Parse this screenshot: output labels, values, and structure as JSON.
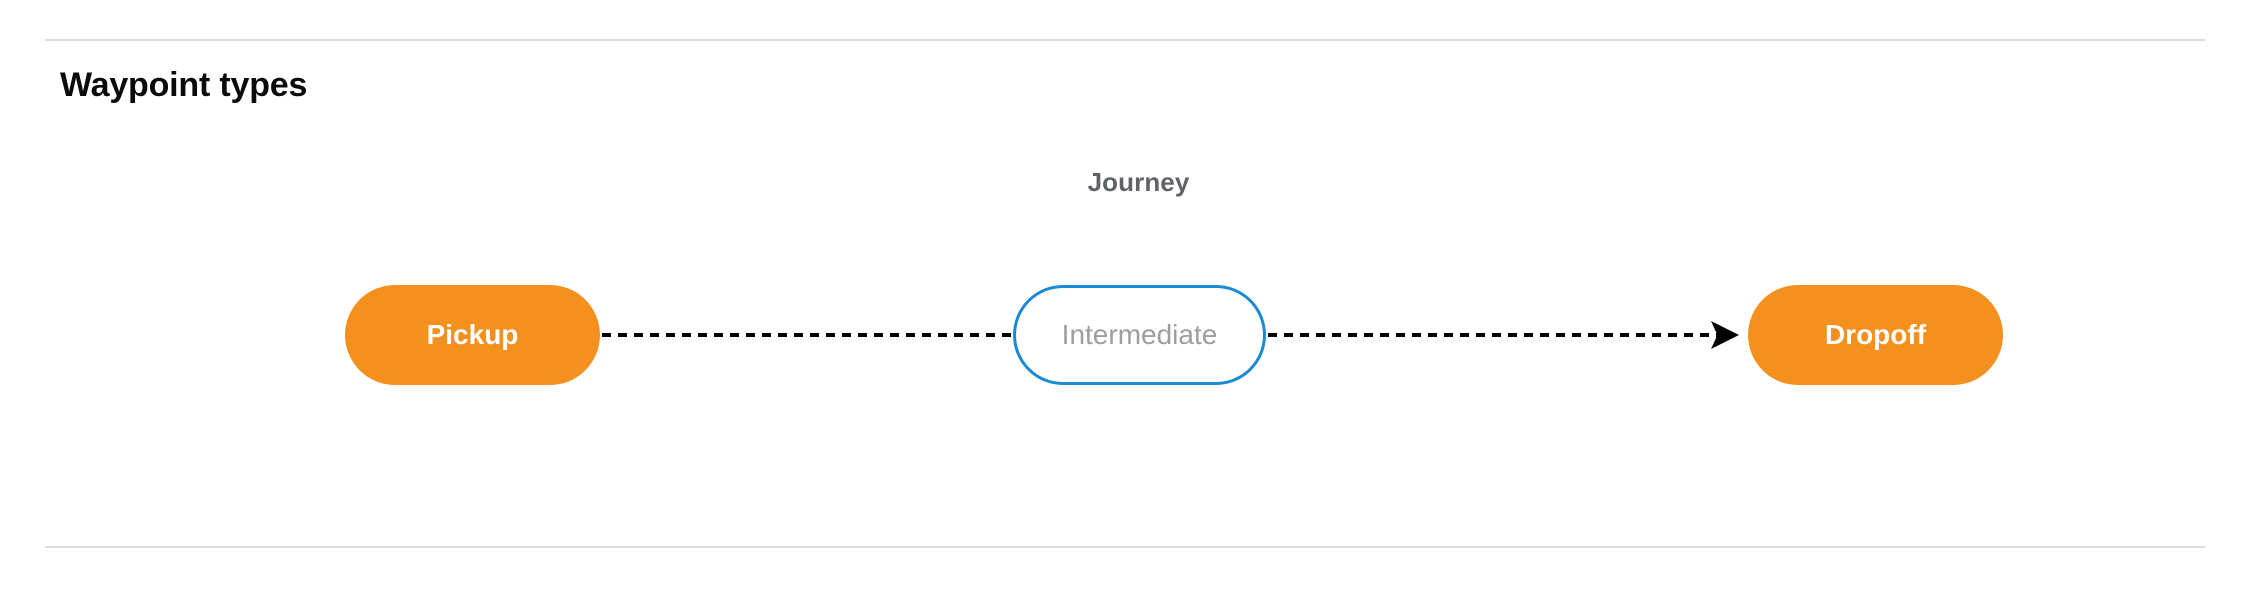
{
  "page": {
    "title": "Waypoint types",
    "background_color": "#ffffff"
  },
  "dividers": {
    "color": "#dcdcdc",
    "top_label": "section-divider-top",
    "bottom_label": "section-divider-bottom"
  },
  "diagram": {
    "label": "Journey",
    "label_color": "#5f6368",
    "type": "flow",
    "orientation": "horizontal",
    "nodes": [
      {
        "id": "pickup",
        "label": "Pickup",
        "style": "filled",
        "fill_color": "#f4911e",
        "text_color": "#ffffff",
        "border_color": "#f4911e",
        "shape": "pill"
      },
      {
        "id": "intermediate",
        "label": "Intermediate",
        "style": "outlined",
        "fill_color": "#ffffff",
        "text_color": "#9e9e9e",
        "border_color": "#1a8ad4",
        "shape": "pill"
      },
      {
        "id": "dropoff",
        "label": "Dropoff",
        "style": "filled",
        "fill_color": "#f4911e",
        "text_color": "#ffffff",
        "border_color": "#f4911e",
        "shape": "pill"
      }
    ],
    "edges": [
      {
        "id": "pickup-to-intermediate",
        "from": "pickup",
        "to": "intermediate",
        "line_style": "dashed",
        "color": "#000000",
        "arrowhead": false
      },
      {
        "id": "intermediate-to-dropoff",
        "from": "intermediate",
        "to": "dropoff",
        "line_style": "dashed",
        "color": "#000000",
        "arrowhead": true
      }
    ]
  }
}
